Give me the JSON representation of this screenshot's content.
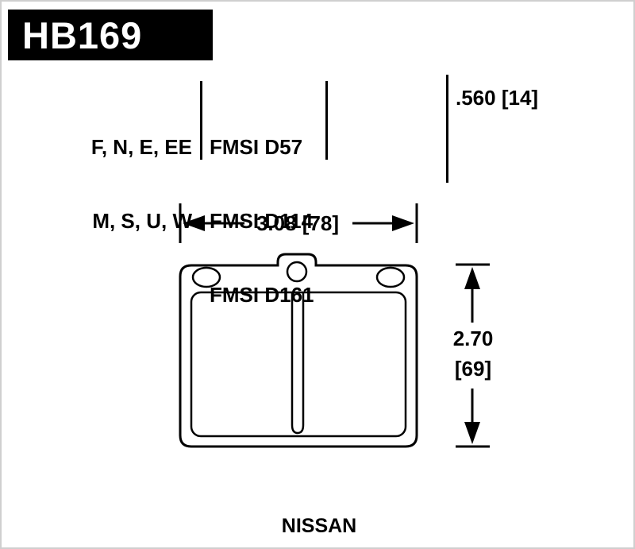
{
  "part": {
    "code": "HB169"
  },
  "specs": {
    "compounds": [
      "F, N, E, EE",
      "M, S, U, W"
    ],
    "fmsi": [
      "FMSI D57",
      "FMSI D114",
      "FMSI D161"
    ],
    "thickness": ".560 [14]"
  },
  "dimensions": {
    "width": "3.08 [78]",
    "height_line1": "2.70",
    "height_line2": "[69]"
  },
  "application": "NISSAN",
  "colors": {
    "ink": "#000000",
    "background": "#ffffff",
    "banner": "#000000"
  }
}
